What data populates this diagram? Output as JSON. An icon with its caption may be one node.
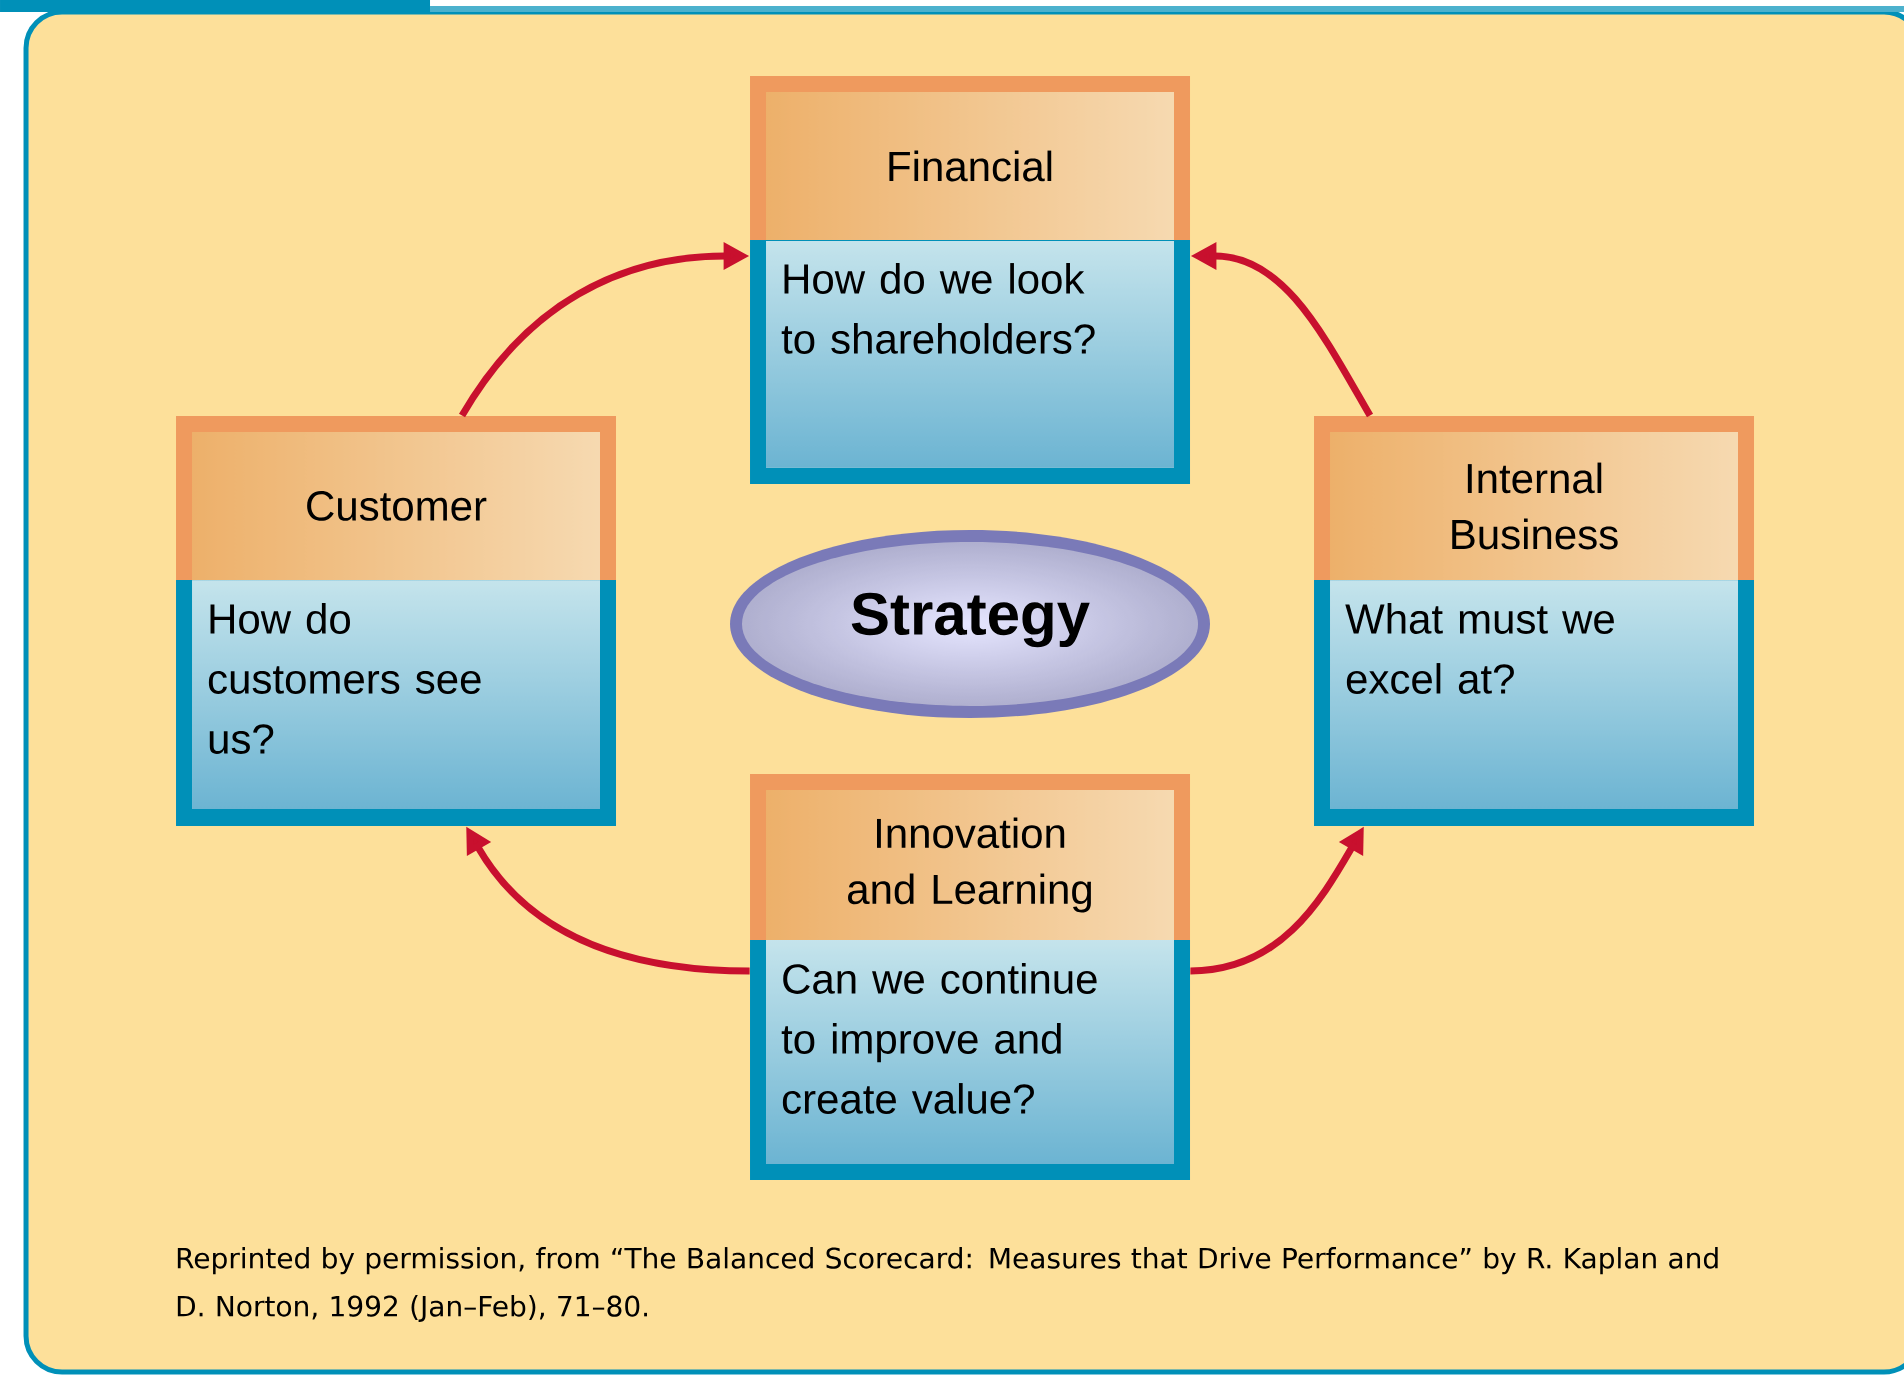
{
  "diagram": {
    "caption": "Reprinted by permission, from “The Balanced Scorecard: Measures that Drive Performance” by R. Kaplan and D. Norton, 1992 (Jan–Feb), 71–80.",
    "nodes": [
      {
        "text": [
          "Financial",
          "How do we look to shareholders?"
        ]
      },
      {
        "text": [
          "Customer",
          "How do customers see us?"
        ]
      },
      {
        "text": [
          "Strategy"
        ]
      },
      {
        "text": [
          "Internal Business",
          "What must we excel at?"
        ]
      },
      {
        "text": [
          "Innovation and Learning",
          "Can we continue to improve and create value?"
        ]
      }
    ],
    "edges": [
      {
        "from": 1,
        "to": 0,
        "arrow": "to"
      },
      {
        "from": 3,
        "to": 0,
        "arrow": "to"
      },
      {
        "from": 4,
        "to": 1,
        "arrow": "to"
      },
      {
        "from": 4,
        "to": 3,
        "arrow": "to"
      }
    ]
  }
}
